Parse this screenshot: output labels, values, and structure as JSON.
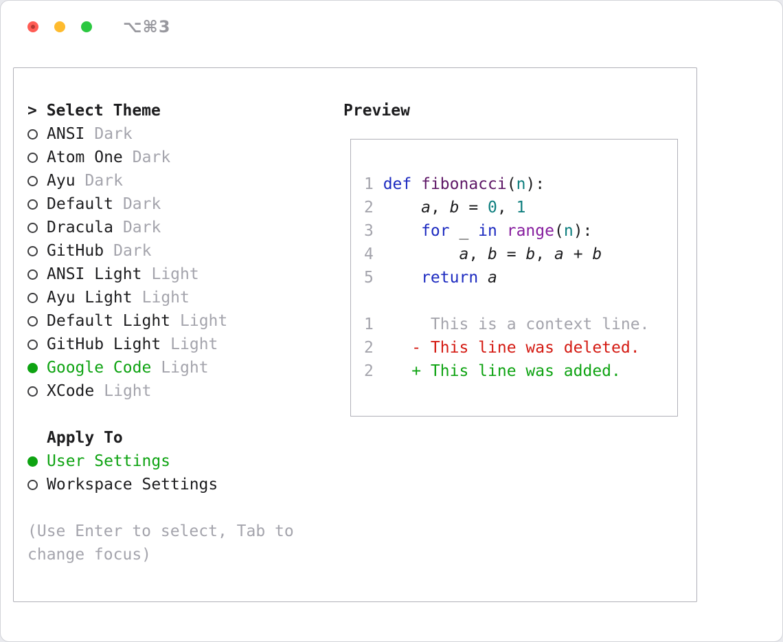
{
  "window": {
    "shortcut_title": "⌥⌘3",
    "traffic_lights": {
      "close": "#ff5d55",
      "minimize": "#febb2e",
      "zoom": "#2bc840"
    }
  },
  "colors": {
    "accent_green": "#0ea312",
    "del_red": "#d41a12",
    "kw_blue": "#1c2ac0",
    "fn_purple": "#5e1766",
    "call_purple": "#861d9e",
    "lit_teal": "#0c7d7d",
    "muted_gray": "#a4a4ac",
    "text_black": "#1c1c1e",
    "border_gray": "#b0b0b8"
  },
  "theme_selector": {
    "header": "> Select Theme",
    "items": [
      {
        "name": "ANSI",
        "variant": "Dark",
        "selected": false
      },
      {
        "name": "Atom One",
        "variant": "Dark",
        "selected": false
      },
      {
        "name": "Ayu",
        "variant": "Dark",
        "selected": false
      },
      {
        "name": "Default",
        "variant": "Dark",
        "selected": false
      },
      {
        "name": "Dracula",
        "variant": "Dark",
        "selected": false
      },
      {
        "name": "GitHub",
        "variant": "Dark",
        "selected": false
      },
      {
        "name": "ANSI Light",
        "variant": "Light",
        "selected": false
      },
      {
        "name": "Ayu Light",
        "variant": "Light",
        "selected": false
      },
      {
        "name": "Default Light",
        "variant": "Light",
        "selected": false
      },
      {
        "name": "GitHub Light",
        "variant": "Light",
        "selected": false
      },
      {
        "name": "Google Code",
        "variant": "Light",
        "selected": true
      },
      {
        "name": "XCode",
        "variant": "Light",
        "selected": false
      }
    ],
    "apply_header": "Apply To",
    "apply_options": [
      {
        "label": "User Settings",
        "selected": true
      },
      {
        "label": "Workspace Settings",
        "selected": false
      }
    ],
    "hint": "(Use Enter to select, Tab to change focus)"
  },
  "preview": {
    "header": "Preview",
    "lines": [
      {
        "num": "1",
        "tokens": [
          {
            "t": "def",
            "s": "kw"
          },
          {
            "t": " ",
            "s": "plain"
          },
          {
            "t": "fibonacci",
            "s": "fn"
          },
          {
            "t": "(",
            "s": "plain"
          },
          {
            "t": "n",
            "s": "lit"
          },
          {
            "t": "):",
            "s": "plain"
          }
        ]
      },
      {
        "num": "2",
        "tokens": [
          {
            "t": "    ",
            "s": "plain"
          },
          {
            "t": "a",
            "s": "var"
          },
          {
            "t": ", ",
            "s": "plain"
          },
          {
            "t": "b",
            "s": "var"
          },
          {
            "t": " = ",
            "s": "plain"
          },
          {
            "t": "0",
            "s": "lit"
          },
          {
            "t": ", ",
            "s": "plain"
          },
          {
            "t": "1",
            "s": "lit"
          }
        ]
      },
      {
        "num": "3",
        "tokens": [
          {
            "t": "    ",
            "s": "plain"
          },
          {
            "t": "for",
            "s": "kw"
          },
          {
            "t": " _ ",
            "s": "plain"
          },
          {
            "t": "in",
            "s": "kw"
          },
          {
            "t": " ",
            "s": "plain"
          },
          {
            "t": "range",
            "s": "call"
          },
          {
            "t": "(",
            "s": "plain"
          },
          {
            "t": "n",
            "s": "lit"
          },
          {
            "t": "):",
            "s": "plain"
          }
        ]
      },
      {
        "num": "4",
        "tokens": [
          {
            "t": "        ",
            "s": "plain"
          },
          {
            "t": "a",
            "s": "var"
          },
          {
            "t": ", ",
            "s": "plain"
          },
          {
            "t": "b",
            "s": "var"
          },
          {
            "t": " = ",
            "s": "plain"
          },
          {
            "t": "b",
            "s": "var"
          },
          {
            "t": ", ",
            "s": "plain"
          },
          {
            "t": "a",
            "s": "var"
          },
          {
            "t": " + ",
            "s": "plain"
          },
          {
            "t": "b",
            "s": "var"
          }
        ]
      },
      {
        "num": "5",
        "tokens": [
          {
            "t": "    ",
            "s": "plain"
          },
          {
            "t": "return",
            "s": "kw"
          },
          {
            "t": " ",
            "s": "plain"
          },
          {
            "t": "a",
            "s": "var"
          }
        ]
      },
      {
        "num": "",
        "tokens": []
      },
      {
        "num": "1",
        "tokens": [
          {
            "t": "     This is a context line.",
            "s": "ctx"
          }
        ]
      },
      {
        "num": "2",
        "tokens": [
          {
            "t": "   - This line was deleted.",
            "s": "del"
          }
        ]
      },
      {
        "num": "2",
        "tokens": [
          {
            "t": "   + This line was added.",
            "s": "add"
          }
        ]
      }
    ]
  }
}
